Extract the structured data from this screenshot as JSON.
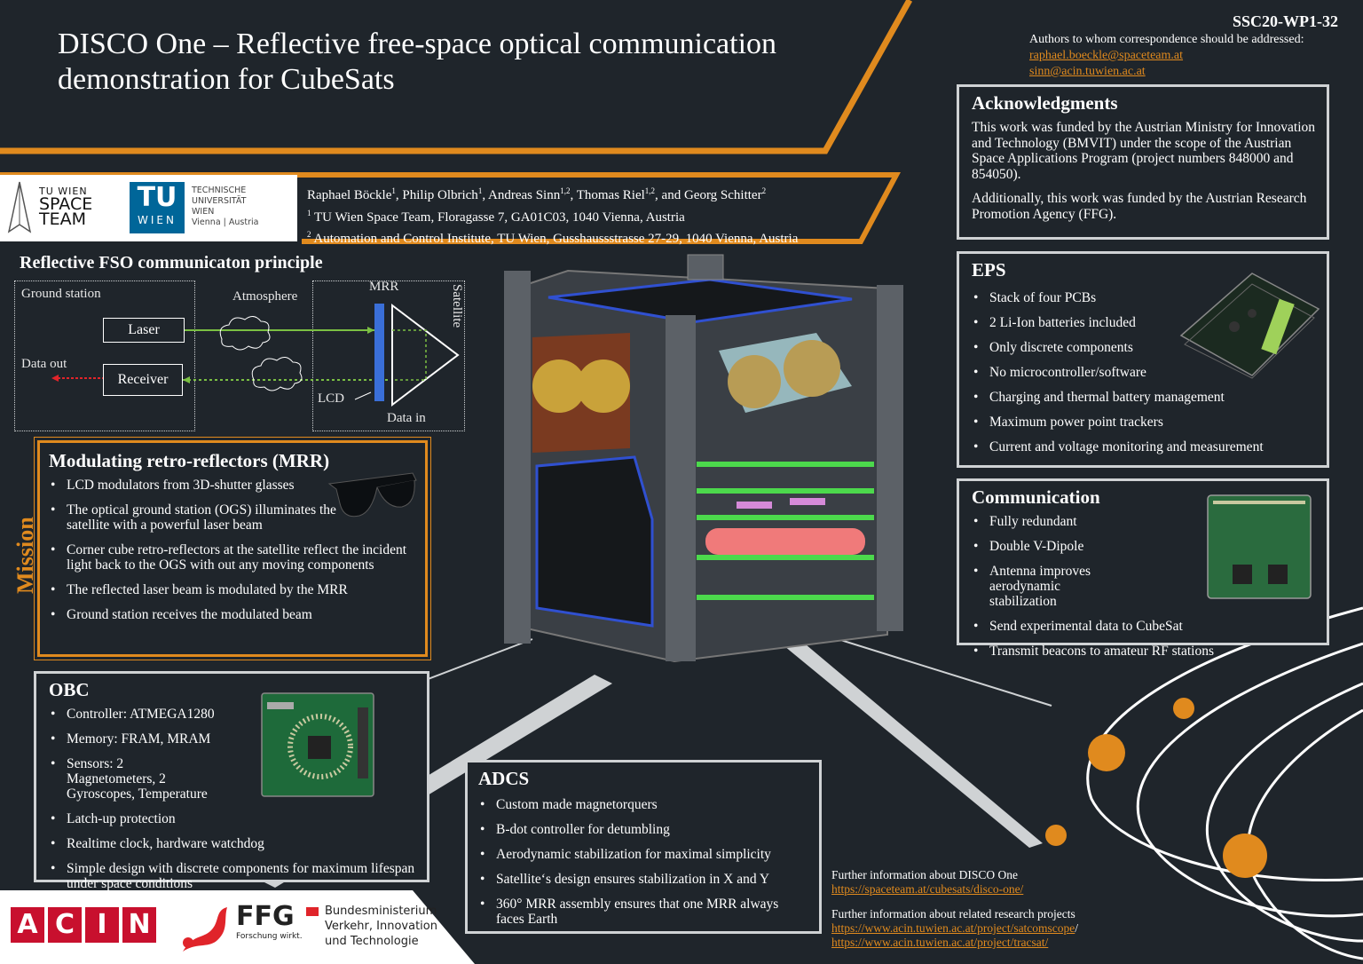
{
  "header": {
    "title_line1": "DISCO One – Reflective free-space optical communication",
    "title_line2": "demonstration for CubeSats",
    "id_code": "SSC20-WP1-32",
    "correspondence_label": "Authors to whom correspondence should be addressed:",
    "email1": "raphael.boeckle@spaceteam.at",
    "email2": "sinn@acin.tuwien.ac.at"
  },
  "logos": {
    "spaceteam_l1": "TU WIEN",
    "spaceteam_l2": "SPACE",
    "spaceteam_l3": "TEAM",
    "tu_mark": "TU",
    "tu_wien": "WIEN",
    "tu_l1": "TECHNISCHE",
    "tu_l2": "UNIVERSITÄT",
    "tu_l3": "WIEN",
    "tu_l4": "Vienna | Austria",
    "acin": [
      "A",
      "C",
      "I",
      "N"
    ],
    "ffg": "FFG",
    "ffg_sub": "Forschung wirkt.",
    "bm_l1": "Bundesministerium",
    "bm_l2": "Verkehr, Innovation",
    "bm_l3": "und Technologie"
  },
  "authors": {
    "a1": "Raphael Böckle",
    "a2": ", Philip Olbrich",
    "a3": ", Andreas Sinn",
    "a4": ", Thomas Riel",
    "a5": ", and Georg Schitter",
    "s1": "1",
    "s2": "1",
    "s3": "1,2",
    "s4": "1,2",
    "s5": "2",
    "aff1_sup": "1",
    "aff1": " TU Wien Space Team, Floragasse 7, GA01C03, 1040 Vienna, Austria",
    "aff2_sup": "2",
    "aff2": " Automation and Control Institute, TU Wien, Gusshaussstrasse 27-29, 1040 Vienna, Austria"
  },
  "fso": {
    "title": "Reflective FSO communicaton principle",
    "ground_station": "Ground station",
    "laser": "Laser",
    "receiver": "Receiver",
    "data_out": "Data out",
    "atmosphere": "Atmosphere",
    "mrr": "MRR",
    "satellite": "Satellite",
    "lcd": "LCD",
    "data_in": "Data in"
  },
  "mission_label": "Mission",
  "mrr_panel": {
    "title": "Modulating retro-reflectors (MRR)",
    "items": [
      "LCD modulators from 3D-shutter glasses",
      "The optical ground station (OGS) illuminates the satellite with a powerful laser beam",
      "Corner cube retro-reflectors at the satellite reflect the incident light back to the OGS with out any moving components",
      "The reflected laser beam is modulated by the MRR",
      "Ground station receives the modulated beam"
    ]
  },
  "obc": {
    "title": "OBC",
    "items": [
      "Controller: ATMEGA1280",
      "Memory: FRAM, MRAM",
      "Sensors: 2 Magnetometers, 2 Gyroscopes, Temperature",
      "Latch-up protection",
      "Realtime clock, hardware watchdog",
      "Simple design with discrete components for maximum lifespan under space conditions"
    ]
  },
  "adcs": {
    "title": "ADCS",
    "items": [
      "Custom made magnetorquers",
      "B-dot controller for detumbling",
      "Aerodynamic stabilization for maximal simplicity",
      "Satellite‘s design ensures stabilization in X and Y",
      "360° MRR assembly ensures that one MRR always faces Earth"
    ]
  },
  "ack": {
    "title": "Acknowledgments",
    "p1": "This work was funded by the Austrian Ministry for Innovation and Technology (BMVIT) under the scope of the Austrian Space Applications Program (project numbers 848000 and 854050).",
    "p2": "Additionally, this work was funded by the Austrian Research Promotion Agency (FFG)."
  },
  "eps": {
    "title": "EPS",
    "items": [
      "Stack of four PCBs",
      "2 Li-Ion batteries included",
      "Only discrete components",
      "No microcontroller/software",
      "Charging and thermal battery management",
      "Maximum power point trackers",
      "Current and voltage monitoring and measurement"
    ]
  },
  "comm": {
    "title": "Communication",
    "items": [
      "Fully redundant",
      "Double V-Dipole",
      "Antenna improves aerodynamic stabilization",
      "Send experimental data to CubeSat",
      "Transmit beacons to amateur RF stations"
    ]
  },
  "info": {
    "l1": "Further information about  DISCO One",
    "u1": "https://spaceteam.at/cubesats/disco-one/",
    "l2": "Further information about related research projects",
    "u2": "https://www.acin.tuwien.ac.at/project/satcomscope",
    "u2_suffix": "/",
    "u3": "https://www.acin.tuwien.ac.at/project/tracsat/"
  },
  "colors": {
    "accent": "#e08a1e",
    "bg": "#1f252b",
    "panel_border": "#cfd2d4",
    "acin_red": "#c8102e",
    "tu_blue": "#006699"
  }
}
